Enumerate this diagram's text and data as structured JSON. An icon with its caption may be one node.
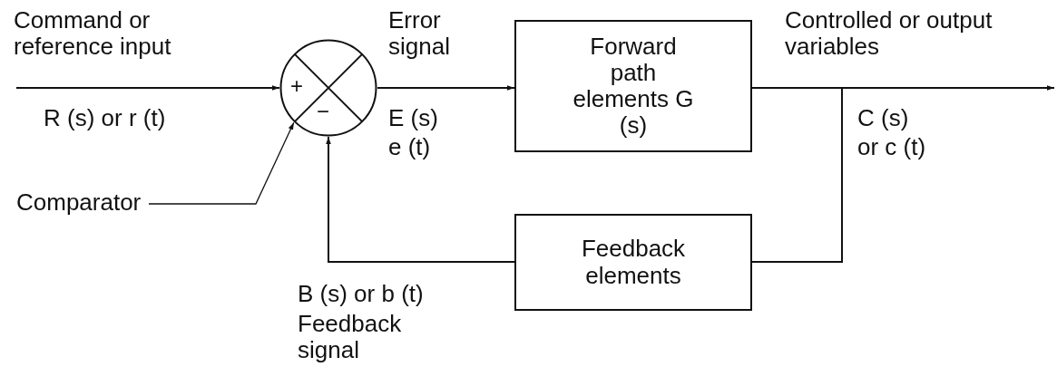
{
  "diagram": {
    "nodes": [
      {
        "text": [
          "+",
          "−"
        ]
      },
      {
        "text": [
          "Forward path elements G (s)"
        ]
      },
      {
        "text": [
          "Feedback elements"
        ]
      },
      {
        "text": [
          "Comparator"
        ]
      }
    ],
    "edges": [
      {
        "from": null,
        "to": 0,
        "arrow": "to"
      },
      {
        "from": 0,
        "to": 1,
        "arrow": "to"
      },
      {
        "from": 1,
        "to": null,
        "arrow": "to"
      },
      {
        "from": 1,
        "to": 2,
        "arrow": "none"
      },
      {
        "from": 2,
        "to": 0,
        "arrow": "to"
      },
      {
        "from": 3,
        "to": 0,
        "arrow": "to"
      }
    ],
    "labels": [
      "Command or reference input",
      "R (s) or r (t)",
      "Error signal",
      "E (s)",
      "e (t)",
      "Controlled or output variables",
      "C (s)",
      "or c (t)",
      "B (s) or b (t)",
      "Feedback signal"
    ]
  }
}
